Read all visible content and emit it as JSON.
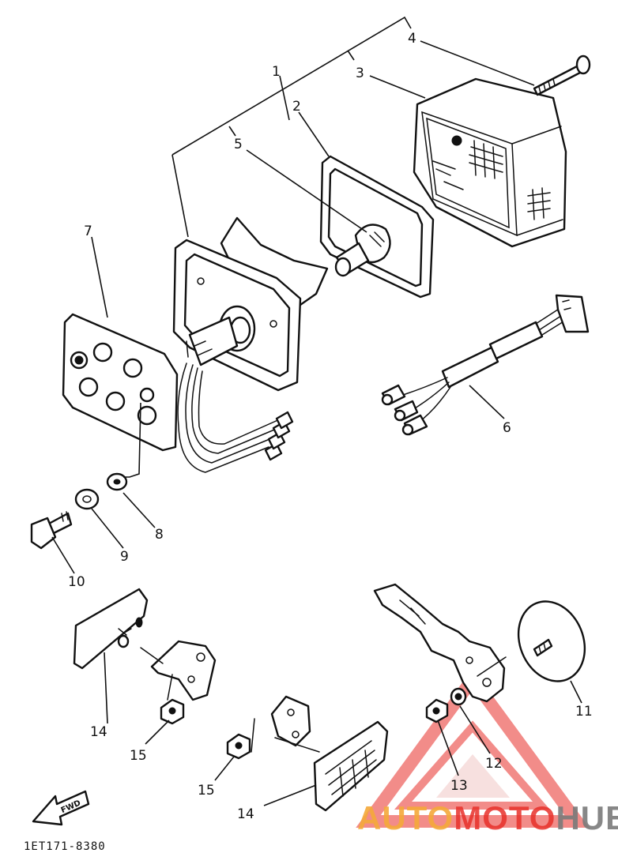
{
  "diagram": {
    "callouts": [
      "1",
      "2",
      "3",
      "4",
      "5",
      "6",
      "7",
      "8",
      "9",
      "10",
      "11",
      "12",
      "13",
      "14",
      "15",
      "15",
      "14"
    ],
    "part_code": "1ET171-8380",
    "fwd_label": "FWD"
  },
  "watermark": {
    "part1": "AUTO",
    "part2": "MOTO",
    "part3": "HUB",
    "colors": {
      "triangle": "#e8302a",
      "auto": "#f4a93a",
      "moto": "#e8302a",
      "hub": "#7a7a7a"
    }
  }
}
